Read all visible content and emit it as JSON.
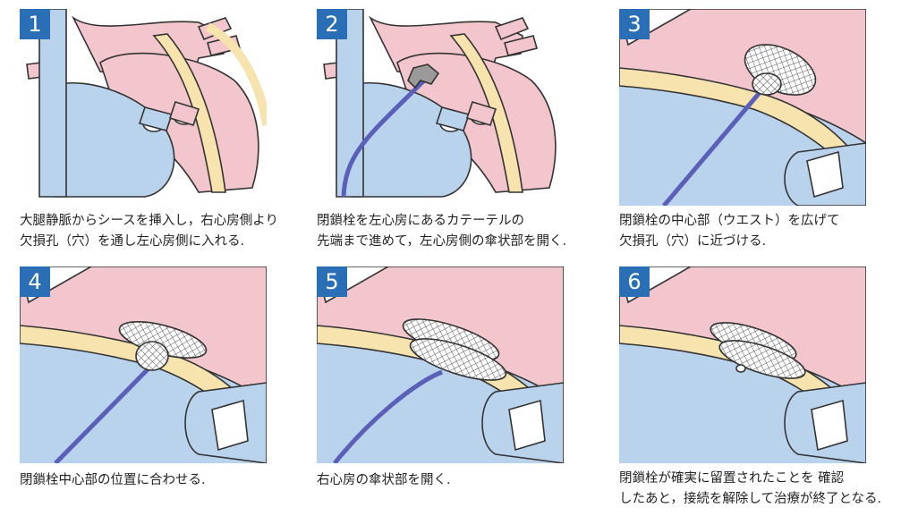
{
  "steps": [
    {
      "number": "1",
      "caption_lines": [
        "大腿静脈からシースを挿入し，右心房側より",
        "欠損孔（穴）を通し左心房側に入れる."
      ]
    },
    {
      "number": "2",
      "caption_lines": [
        "閉鎖栓を左心房にあるカテーテルの",
        "先端まで進めて，左心房側の傘状部を開く."
      ]
    },
    {
      "number": "3",
      "caption_lines": [
        "閉鎖栓の中心部（ウエスト）を広げて",
        "欠損孔（穴）に近づける."
      ]
    },
    {
      "number": "4",
      "caption_lines": [
        "閉鎖栓中心部の位置に合わせる."
      ]
    },
    {
      "number": "5",
      "caption_lines": [
        "右心房の傘状部を開く."
      ]
    },
    {
      "number": "6",
      "caption_lines": [
        "閉鎖栓が確実に留置されたことを 確認",
        "したあと，接続を解除して治療が終了となる."
      ]
    }
  ],
  "colors": {
    "badge": "#2a6fb5",
    "left_atrium": "#f2c6cc",
    "right_atrium": "#b9d3ec",
    "septum": "#f6e3ad",
    "outline": "#333333",
    "catheter": "#5a5fb8",
    "device_mesh": "#555555"
  }
}
